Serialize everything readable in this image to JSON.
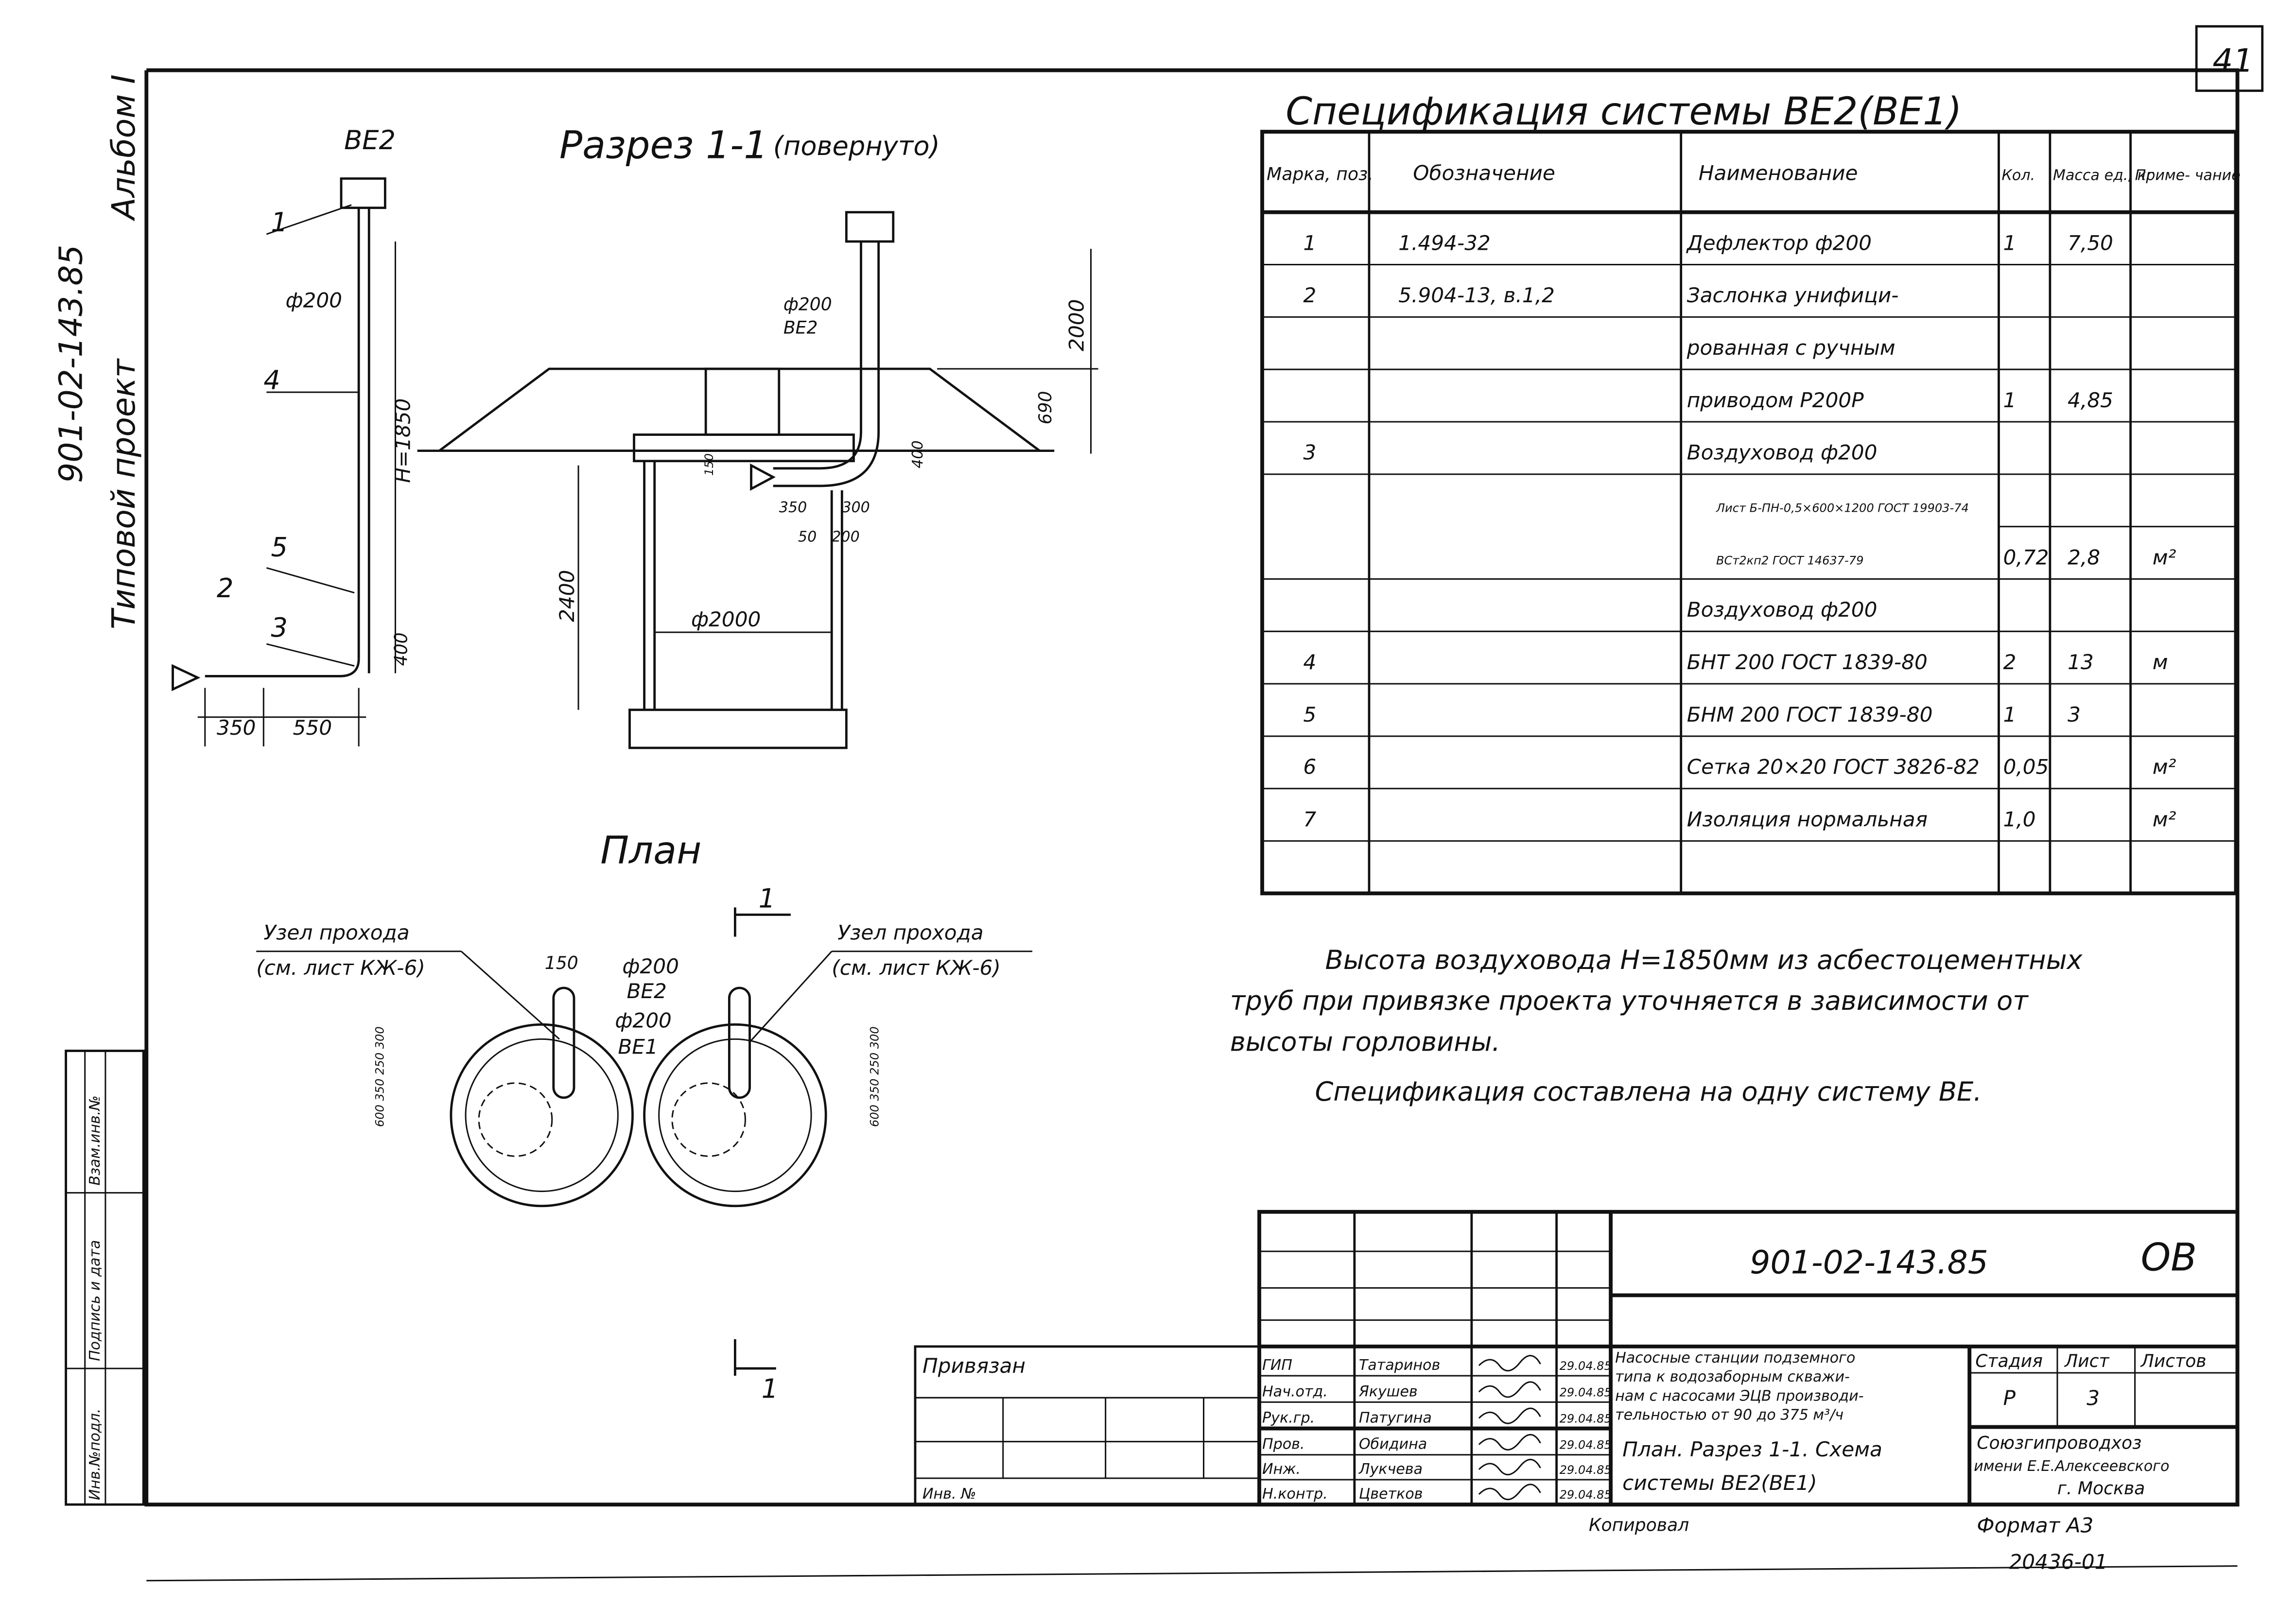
{
  "sheet_number": "41",
  "side": {
    "code": "901-02-143.85",
    "project": "Типовой проект",
    "album": "Альбом I",
    "stamp": [
      "Инв.№подл.",
      "Подпись и дата",
      "Взам.инв.№"
    ]
  },
  "scheme": {
    "label": "ВЕ2",
    "diameter": "ф200",
    "height": "H=1850",
    "dim400": "400",
    "dim350": "350",
    "dim550": "550",
    "positions": [
      "1",
      "2",
      "3",
      "4",
      "5"
    ]
  },
  "section": {
    "title": "Разрез 1-1",
    "subtitle": "(повернуто)",
    "pipe_label": "ф200",
    "pipe_system": "ВЕ2",
    "dims": {
      "d2000v": "2000",
      "d690": "690",
      "d400": "400",
      "d150": "150",
      "d350": "350",
      "d300": "300",
      "d50": "50",
      "d200": "200",
      "d2400": "2400",
      "well": "ф2000"
    }
  },
  "plan": {
    "title": "План",
    "node_left": "Узел прохода",
    "node_left_ref": "(см. лист КЖ-6)",
    "node_right": "Узел прохода",
    "node_right_ref": "(см. лист КЖ-6)",
    "d150": "150",
    "pipe1": "ф200",
    "sys1": "ВЕ2",
    "pipe2": "ф200",
    "sys2": "ВЕ1",
    "dims_left": "600 350 250 300",
    "dims_right": "600 350 250 300",
    "cut": "1"
  },
  "spec": {
    "title": "Спецификация системы ВЕ2(ВЕ1)",
    "headers": [
      "Марка, поз.",
      "Обозначение",
      "Наименование",
      "Кол.",
      "Масса ед., кг",
      "Приме- чание"
    ],
    "rows": [
      [
        "1",
        "1.494-32",
        "Дефлектор ф200",
        "1",
        "7,50",
        ""
      ],
      [
        "2",
        "5.904-13, в.1,2",
        "Заслонка унифици-",
        "",
        "",
        ""
      ],
      [
        "",
        "",
        "рованная с ручным",
        "",
        "",
        ""
      ],
      [
        "",
        "",
        "приводом Р200Р",
        "1",
        "4,85",
        ""
      ],
      [
        "3",
        "",
        "Воздуховод ф200",
        "",
        "",
        ""
      ],
      [
        "",
        "",
        "Лист Б-ПН-0,5×600×1200 ГОСТ 19903-74",
        "",
        "",
        ""
      ],
      [
        "",
        "",
        "ВСт2кп2 ГОСТ 14637-79",
        "0,72",
        "2,8",
        "м²"
      ],
      [
        "",
        "",
        "Воздуховод ф200",
        "",
        "",
        ""
      ],
      [
        "4",
        "",
        "БНТ 200 ГОСТ 1839-80",
        "2",
        "13",
        "м"
      ],
      [
        "5",
        "",
        "БНМ 200 ГОСТ 1839-80",
        "1",
        "3",
        ""
      ],
      [
        "6",
        "",
        "Сетка 20×20 ГОСТ 3826-82",
        "0,05",
        "",
        "м²"
      ],
      [
        "7",
        "",
        "Изоляция нормальная",
        "1,0",
        "",
        "м²"
      ],
      [
        "",
        "",
        "",
        "",
        "",
        ""
      ]
    ]
  },
  "notes": [
    "Высота воздуховода H=1850мм из асбестоцементных",
    "труб при привязке проекта уточняется в зависимости от",
    "высоты горловины.",
    "Спецификация составлена на одну систему ВЕ."
  ],
  "titleblock": {
    "code": "901-02-143.85",
    "mark": "ОВ",
    "bound": "Привязан",
    "inv": "Инв. №",
    "staff": [
      {
        "role": "ГИП",
        "name": "Татаринов",
        "date": "29.04.85"
      },
      {
        "role": "Нач.отд.",
        "name": "Якушев",
        "date": "29.04.85"
      },
      {
        "role": "Рук.гр.",
        "name": "Патугина",
        "date": "29.04.85"
      },
      {
        "role": "Пров.",
        "name": "Обидина",
        "date": "29.04.85"
      },
      {
        "role": "Инж.",
        "name": "Лукчева",
        "date": "29.04.85"
      },
      {
        "role": "Н.контр.",
        "name": "Цветков",
        "date": "29.04.85"
      }
    ],
    "project_name": [
      "Насосные станции подземного",
      "типа к водозаборным скважи-",
      "нам с насосами ЭЦВ производи-",
      "тельностью от 90 до 375 м³/ч"
    ],
    "stage_h": "Стадия",
    "sheet_h": "Лист",
    "sheets_h": "Листов",
    "stage": "Р",
    "sheet": "3",
    "drawing_name": [
      "План. Разрез 1-1. Схема",
      "системы ВЕ2(ВЕ1)"
    ],
    "org": [
      "Союзгипроводхоз",
      "имени Е.Е.Алексеевского",
      "г. Москва"
    ],
    "copied": "Копировал",
    "format": "Формат А3",
    "archive": "20436-01"
  }
}
